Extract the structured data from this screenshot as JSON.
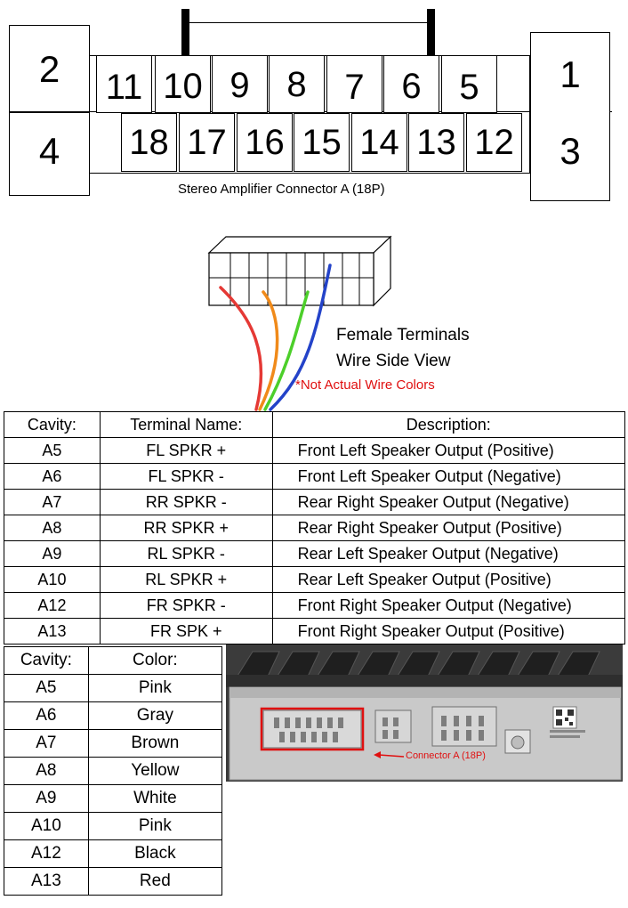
{
  "connector": {
    "title": "Stereo Amplifier Connector A (18P)",
    "large_pins": [
      "2",
      "4",
      "1",
      "3"
    ],
    "top_row": [
      "11",
      "10",
      "9",
      "8",
      "7",
      "6",
      "5"
    ],
    "bottom_row": [
      "18",
      "17",
      "16",
      "15",
      "14",
      "13",
      "12"
    ]
  },
  "wire_view": {
    "line1": "Female Terminals",
    "line2": "Wire Side View",
    "note": "*Not Actual Wire Colors",
    "wire_colors": [
      "#e53935",
      "#f08a1a",
      "#4ccf2a",
      "#2443c9"
    ],
    "note_color": "#e01010"
  },
  "terminal_table": {
    "headers": [
      "Cavity:",
      "Terminal Name:",
      "Description:"
    ],
    "rows": [
      [
        "A5",
        "FL SPKR +",
        "Front Left Speaker Output (Positive)"
      ],
      [
        "A6",
        "FL SPKR -",
        "Front Left Speaker Output (Negative)"
      ],
      [
        "A7",
        "RR SPKR -",
        "Rear Right Speaker Output (Negative)"
      ],
      [
        "A8",
        "RR SPKR +",
        "Rear Right Speaker Output (Positive)"
      ],
      [
        "A9",
        "RL SPKR -",
        "Rear Left Speaker Output (Negative)"
      ],
      [
        "A10",
        "RL SPKR +",
        "Rear Left Speaker Output (Positive)"
      ],
      [
        "A12",
        "FR SPKR -",
        "Front Right Speaker Output (Negative)"
      ],
      [
        "A13",
        "FR SPK +",
        "Front Right Speaker Output (Positive)"
      ]
    ]
  },
  "color_table": {
    "headers": [
      "Cavity:",
      "Color:"
    ],
    "rows": [
      [
        "A5",
        "Pink"
      ],
      [
        "A6",
        "Gray"
      ],
      [
        "A7",
        "Brown"
      ],
      [
        "A8",
        "Yellow"
      ],
      [
        "A9",
        "White"
      ],
      [
        "A10",
        "Pink"
      ],
      [
        "A12",
        "Black"
      ],
      [
        "A13",
        "Red"
      ]
    ]
  },
  "photo": {
    "callout": "Connector A (18P)",
    "callout_color": "#e01010"
  }
}
